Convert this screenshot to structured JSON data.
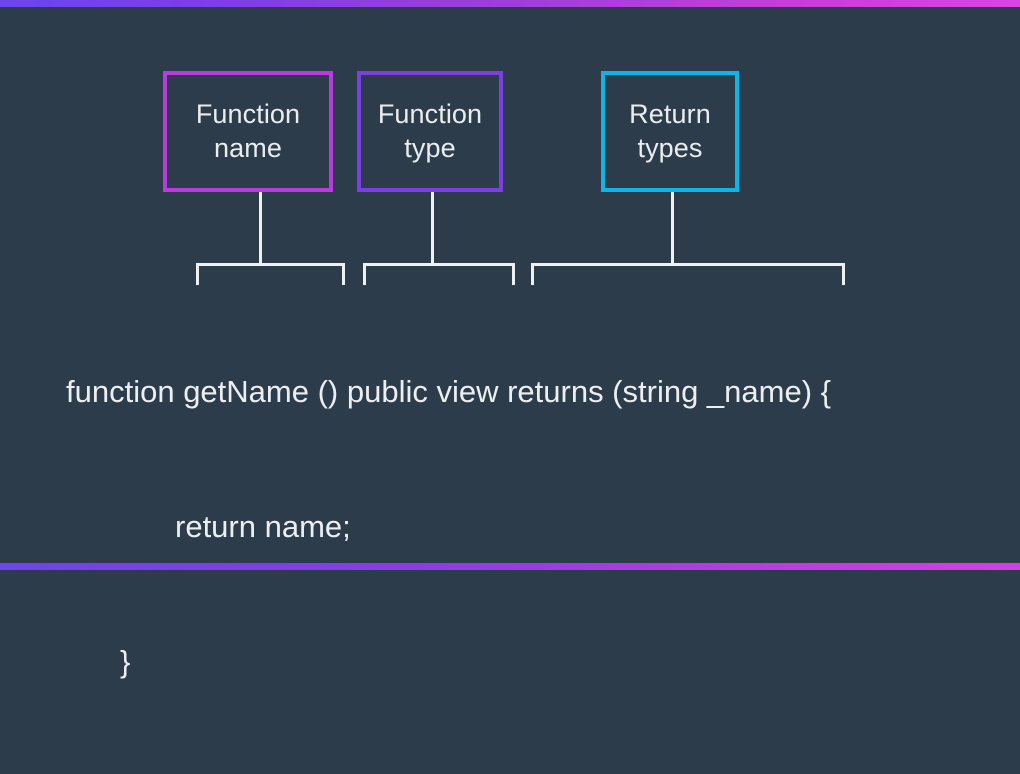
{
  "theme": {
    "background": "#2c3c4a",
    "text": "#eceff2",
    "connector": "#eef1f3",
    "accent_top_start": "#6b46e8",
    "accent_top_end": "#d646e6",
    "accent_bottom_start": "#6b46e8",
    "accent_bottom_end": "#cf41e4"
  },
  "decor": {
    "top_bar_name": "top-accent-bar",
    "bottom_bar_name": "bottom-accent-bar"
  },
  "boxes": [
    {
      "id": "function-name",
      "line1": "Function",
      "line2": "name",
      "border_color": "#b93ddd"
    },
    {
      "id": "function-type",
      "line1": "Function",
      "line2": "type",
      "border_color": "#7b3fe4"
    },
    {
      "id": "return-types",
      "line1": "Return",
      "line2": "types",
      "border_color": "#11b5e4"
    }
  ],
  "code": {
    "line1": "function getName () public view returns (string _name) {",
    "line2": "return name;",
    "line3": "}"
  },
  "annotations": {
    "bracket_1_target": "function getName ()",
    "bracket_2_target": "public view",
    "bracket_3_target": "returns (string _name)"
  }
}
